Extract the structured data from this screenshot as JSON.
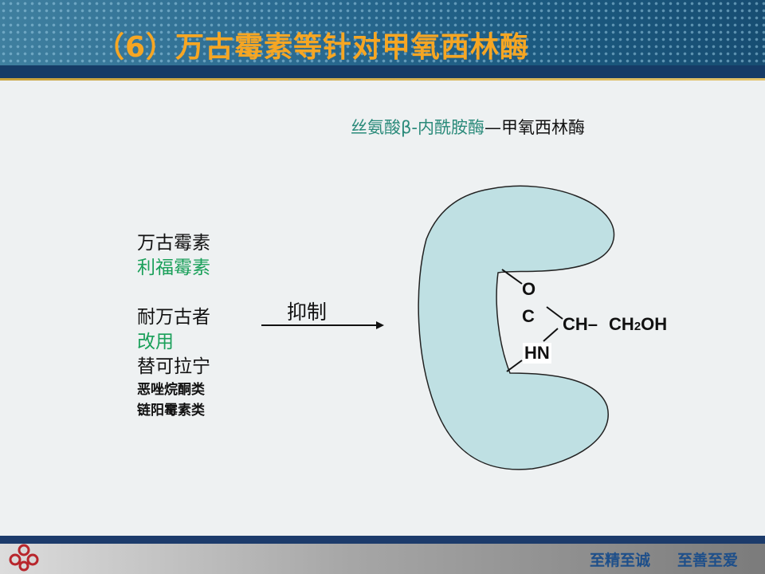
{
  "slide": {
    "title": "（6）万古霉素等针对甲氧西林酶",
    "subtitle_part1": "丝氨酸β-内酰胺酶",
    "subtitle_part2": "—甲氧西林酶",
    "drugs": {
      "item1": "万古霉素",
      "item2": "利福霉素",
      "item3": "耐万古者",
      "item4": "改用",
      "item5": "替可拉宁",
      "item6": "恶唑烷酮类",
      "item7": "链阳霉素类"
    },
    "arrow_label": "抑制",
    "molecule": {
      "o": "O",
      "c": "C",
      "hn": "HN",
      "ch": "CH",
      "dash": "–",
      "ch2": "CH",
      "sub2": "2",
      "oh": "OH"
    },
    "footer_motto1": "至精至诚",
    "footer_motto2": "至善至爱"
  },
  "colors": {
    "title": "#f6a623",
    "enzyme_fill": "#bfe0e3",
    "green_text": "#1aa05a",
    "teal_text": "#2a8a7a",
    "motto": "#1e4f8a"
  }
}
